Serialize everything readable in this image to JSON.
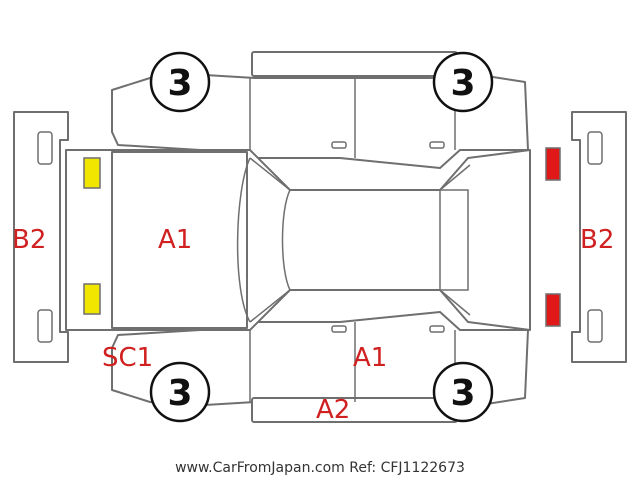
{
  "colors": {
    "damage_text": "#d02020",
    "yellow_light": "#f0e600",
    "red_light": "#e01818",
    "outline": "#6f6f6f"
  },
  "tires": {
    "front_left": "3",
    "front_right": "3",
    "rear_left": "3",
    "rear_right": "3"
  },
  "damage_labels": {
    "front_bumper": "B2",
    "rear_bumper": "B2",
    "hood": "A1",
    "lower_door": "A1",
    "front_corner": "SC1",
    "lower_sill": "A2"
  },
  "footer": "www.CarFromJapan.com Ref: CFJ1122673"
}
